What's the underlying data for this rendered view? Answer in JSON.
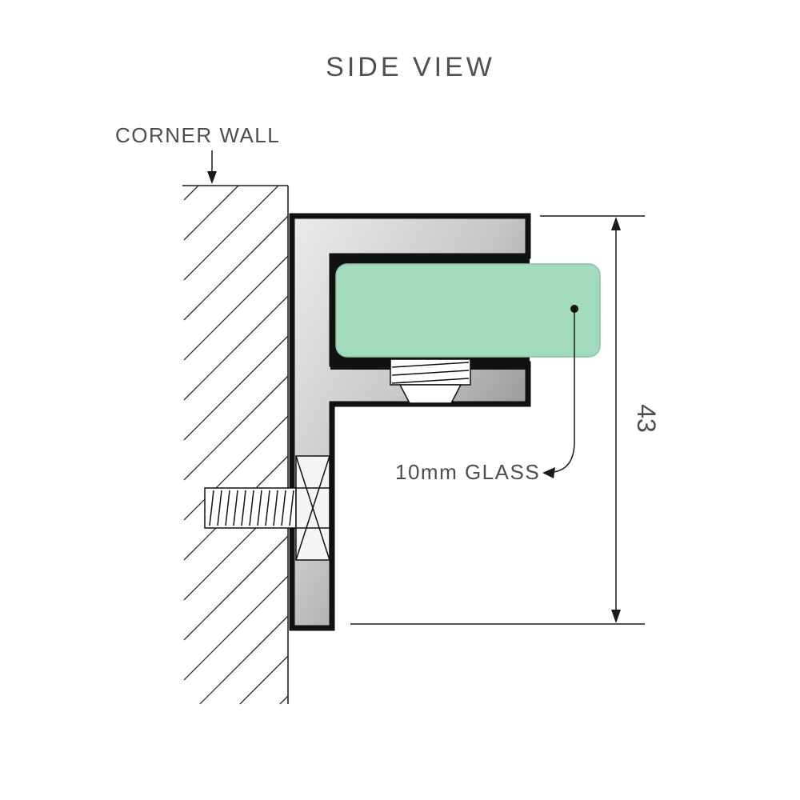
{
  "diagram": {
    "title": "SIDE VIEW",
    "wall_label": "CORNER WALL",
    "glass_label": "10mm GLASS",
    "dimension": {
      "value": "43"
    },
    "colors": {
      "glass_fill": "#A2DABE",
      "glass_edge": "#84C4A4",
      "gasket": "#111111",
      "outline": "#111111",
      "line": "#1a1a1a",
      "text": "#4d4d4d",
      "bracket_light": "#ececec",
      "bracket_dark": "#6f6f6f"
    }
  }
}
